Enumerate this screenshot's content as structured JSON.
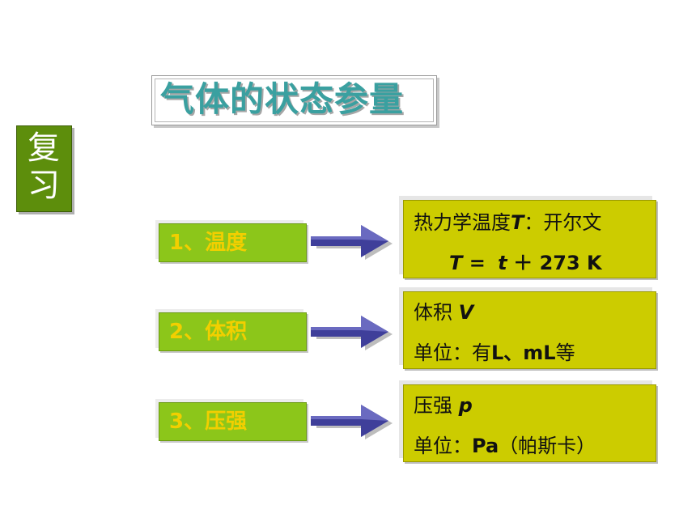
{
  "title": "气体的状态参量",
  "review": [
    "复",
    "习"
  ],
  "items": [
    {
      "label": "1、温度"
    },
    {
      "label": "2、体积"
    },
    {
      "label": "3、压强"
    }
  ],
  "details": {
    "temperature": {
      "line1_prefix": "热力学温度",
      "line1_symbol": "T",
      "line1_suffix": "：开尔文",
      "formula_lhs": "T =",
      "formula_var": "t",
      "formula_rhs": "＋ 273 K"
    },
    "volume": {
      "line1_prefix": "体积",
      "line1_symbol": "V",
      "line2_prefix": "单位：有",
      "line2_units": "L、mL",
      "line2_suffix": "等"
    },
    "pressure": {
      "line1_prefix": "压强",
      "line1_symbol": "p",
      "line2_prefix": "单位：",
      "line2_unit": "Pa",
      "line2_suffix": "（帕斯卡）"
    }
  },
  "colors": {
    "title_text": "#3aa0a0",
    "review_bg": "#5d8e0c",
    "label_bg": "#8cc61a",
    "label_text": "#f2cf00",
    "info_bg": "#cccc00",
    "arrow": "#3f3f9a"
  }
}
